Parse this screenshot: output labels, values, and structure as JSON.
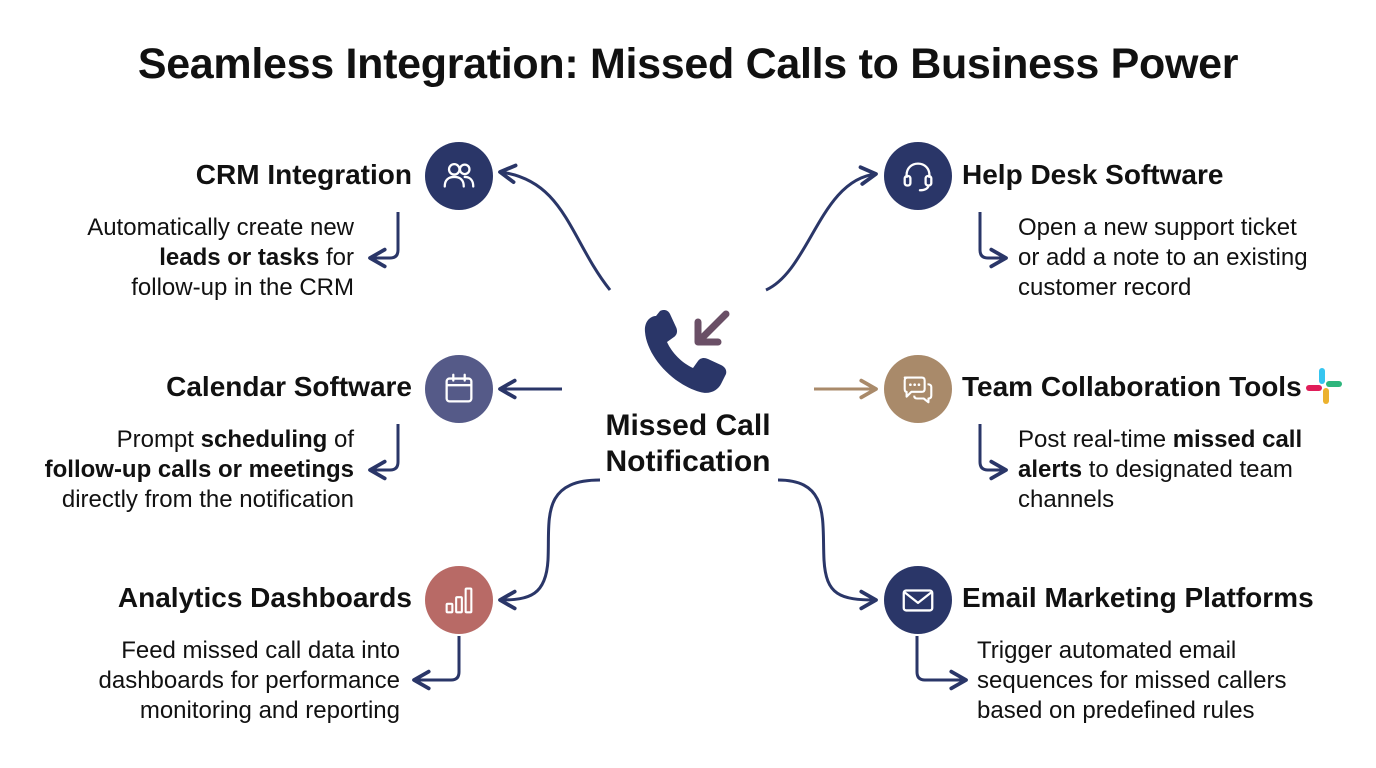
{
  "title": "Seamless Integration: Missed Calls to Business Power",
  "center": {
    "line1": "Missed Call",
    "line2": "Notification",
    "icon": "missed-call-phone-icon"
  },
  "colors": {
    "navy": "#2a3668",
    "slate": "#555a88",
    "rose": "#b86a66",
    "tan": "#a98a6a",
    "arrow": "#2a3668",
    "text": "#111111"
  },
  "nodes": {
    "crm": {
      "title": "CRM Integration",
      "icon": "users-icon",
      "desc": {
        "l1": "Automatically create new",
        "l2b": "leads or tasks",
        "l2": " for",
        "l3": "follow-up in the CRM"
      }
    },
    "calendar": {
      "title": "Calendar Software",
      "icon": "calendar-icon",
      "desc": {
        "l1": "Prompt ",
        "l1b": "scheduling",
        "l1c": " of",
        "l2b": "follow-up calls or meetings",
        "l3": "directly from the notification"
      }
    },
    "analytics": {
      "title": "Analytics Dashboards",
      "icon": "bar-chart-icon",
      "desc": {
        "l1": "Feed missed call data into",
        "l2": "dashboards for performance",
        "l3": "monitoring and reporting"
      }
    },
    "helpdesk": {
      "title": "Help Desk Software",
      "icon": "headset-icon",
      "desc": {
        "l1": "Open a new support ticket",
        "l2": "or add a note to an existing",
        "l3": "customer record"
      }
    },
    "team": {
      "title": "Team Collaboration Tools",
      "icon": "chat-bubbles-icon",
      "desc": {
        "l1": "Post real-time ",
        "l1b": "missed call",
        "l2b": "alerts",
        "l2": " to designated team",
        "l3": "channels"
      }
    },
    "email": {
      "title": "Email Marketing Platforms",
      "icon": "envelope-icon",
      "desc": {
        "l1": "Trigger automated email",
        "l2": "sequences for missed callers",
        "l3": "based on predefined rules"
      }
    }
  }
}
